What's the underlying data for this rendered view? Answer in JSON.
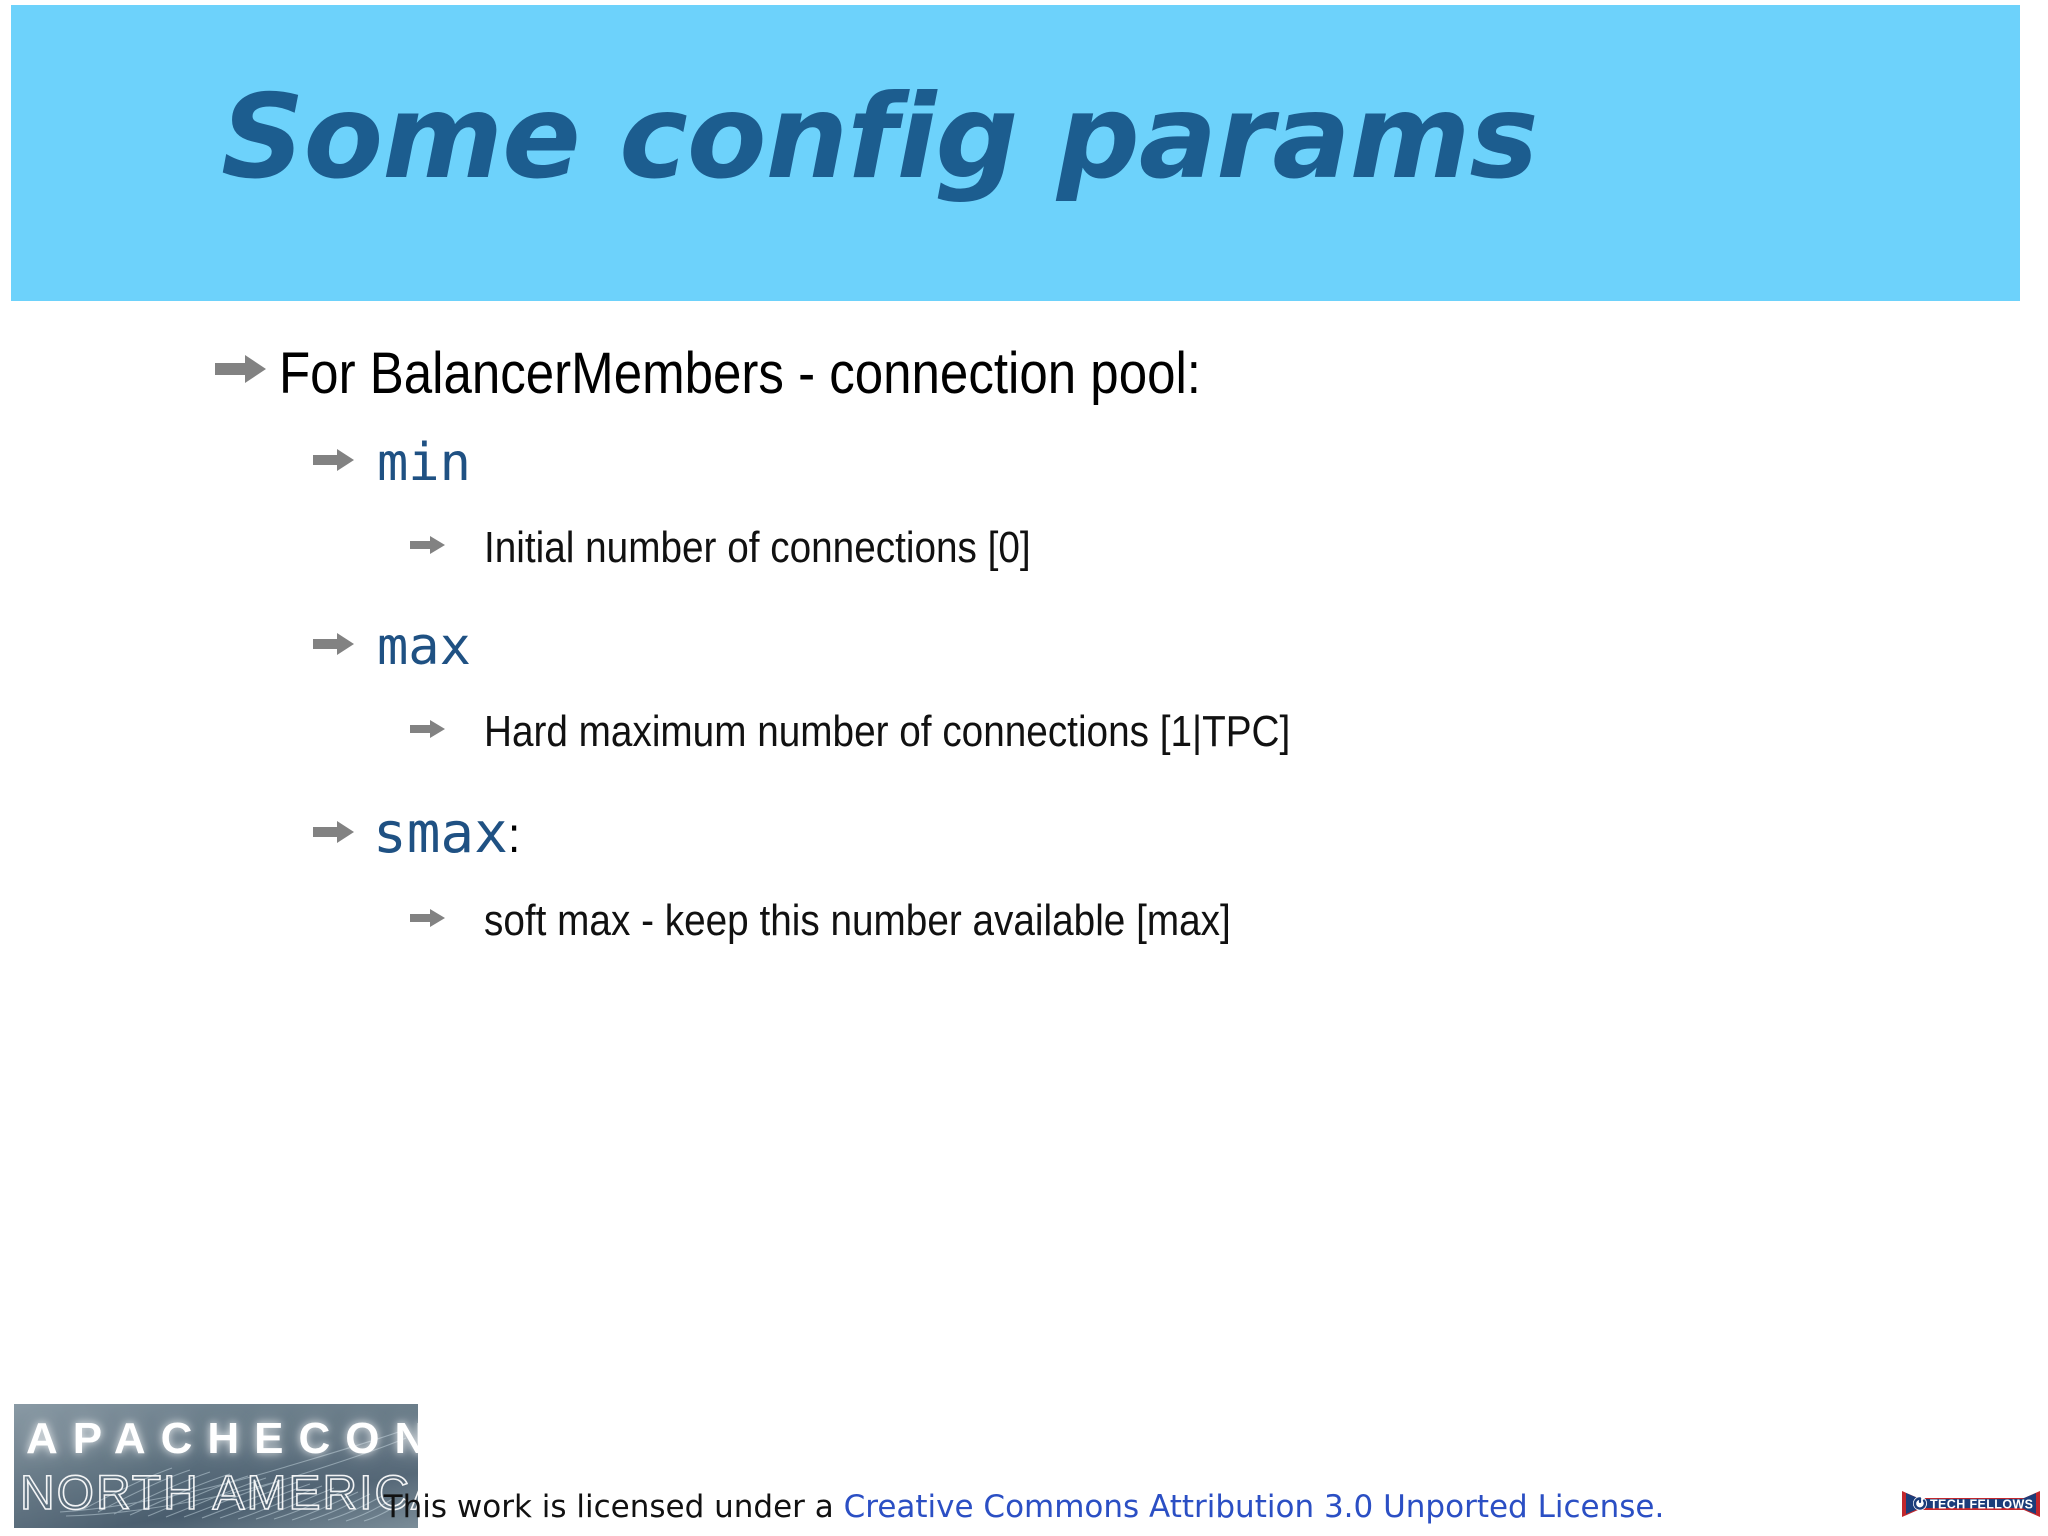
{
  "slide": {
    "title": "Some config params",
    "title_band_color": "#6dd2fb",
    "title_text_color": "#1c5d8f",
    "background_color": "#ffffff",
    "code_color": "#1f5183",
    "bullet_color": "#828282"
  },
  "outline": {
    "level1": {
      "bullet": "arrow-bullet-icon",
      "text": "For BalancerMembers - connection pool:"
    },
    "items": [
      {
        "term": "min",
        "suffix": "",
        "bullet": "arrow-bullet-icon",
        "detail": {
          "bullet": "arrow-bullet-icon",
          "text": "Initial number of connections [0]"
        }
      },
      {
        "term": "max",
        "suffix": "",
        "bullet": "arrow-bullet-icon",
        "detail": {
          "bullet": "arrow-bullet-icon",
          "text": "Hard maximum number of connections [1|TPC]"
        }
      },
      {
        "term": "smax",
        "suffix": ":",
        "bullet": "arrow-bullet-icon",
        "detail": {
          "bullet": "arrow-bullet-icon",
          "text": "soft max - keep this number available [max]"
        }
      }
    ]
  },
  "footer": {
    "apachecon_logo": {
      "line1": "APACHECON",
      "line2": "NORTH AMERICA",
      "icon": "feather-icon"
    },
    "license": {
      "prefix": "This work is licensed under a ",
      "link": "Creative Commons Attribution 3.0 Unported License.",
      "link_color": "#2b4fc4"
    },
    "techfellows_logo": {
      "text": "TECH FELLOWS",
      "icon": "power-circle-icon",
      "banner_color": "#1b3d7a",
      "accent_color": "#c1272d"
    }
  }
}
